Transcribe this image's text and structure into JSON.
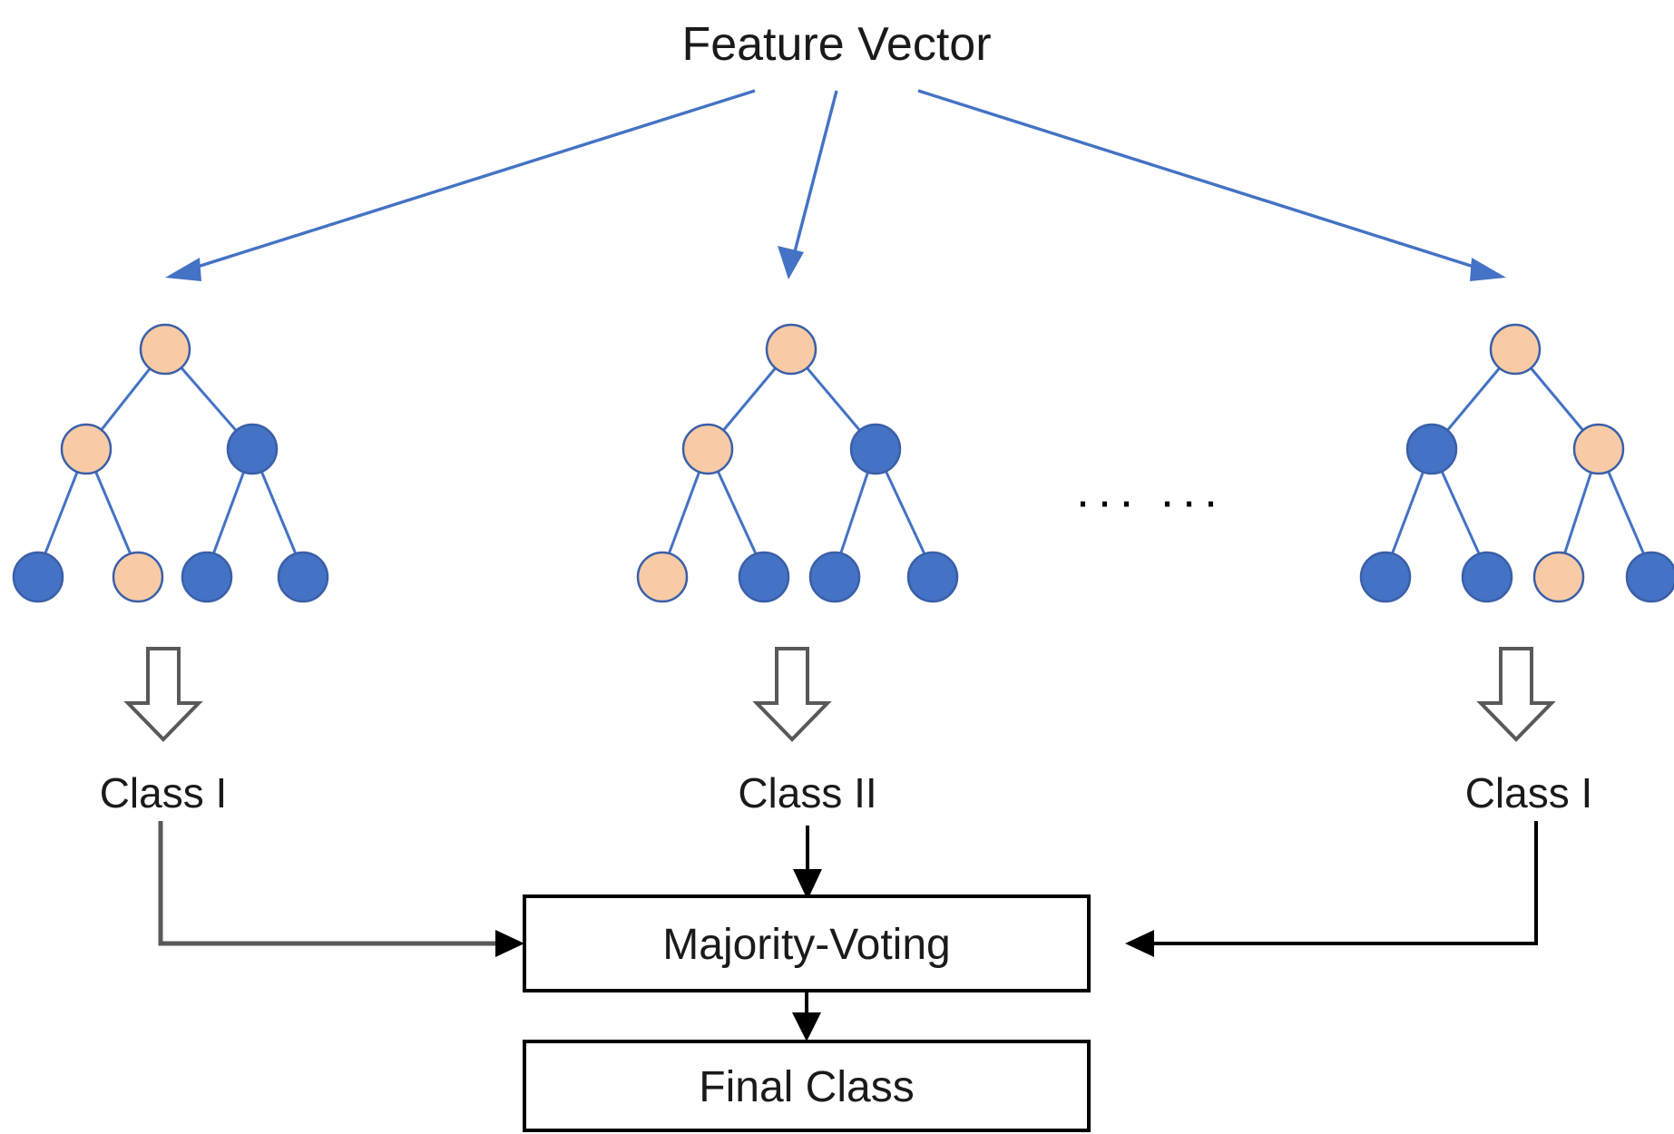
{
  "diagram": {
    "title": "Feature Vector",
    "ellipsis": "··· ···",
    "colors": {
      "node_orange": "#F8CBA6",
      "node_blue": "#4472C4",
      "edge_blue": "#4472C4",
      "node_stroke": "#3A5FA8",
      "flow_black": "#000000",
      "flow_gray": "#595959",
      "block_arrow_stroke": "#58595B",
      "background": "#FFFFFF",
      "text": "#1A1A1A"
    },
    "trees": [
      {
        "id": "tree-1",
        "output_label": "Class I",
        "nodes": {
          "root": "orange",
          "level2": [
            "orange",
            "blue"
          ],
          "leaves": [
            "blue",
            "orange",
            "blue",
            "blue"
          ]
        }
      },
      {
        "id": "tree-2",
        "output_label": "Class II",
        "nodes": {
          "root": "orange",
          "level2": [
            "orange",
            "blue"
          ],
          "leaves": [
            "orange",
            "blue",
            "blue",
            "blue"
          ]
        }
      },
      {
        "id": "tree-3",
        "output_label": "Class I",
        "nodes": {
          "root": "orange",
          "level2": [
            "blue",
            "orange"
          ],
          "leaves": [
            "blue",
            "blue",
            "orange",
            "blue"
          ]
        }
      }
    ],
    "boxes": [
      {
        "id": "majority-voting",
        "label": "Majority-Voting"
      },
      {
        "id": "final-class",
        "label": "Final Class"
      }
    ],
    "icons": {
      "down_block_arrow": "down-block-arrow-icon",
      "arrowhead": "arrowhead-icon"
    }
  }
}
